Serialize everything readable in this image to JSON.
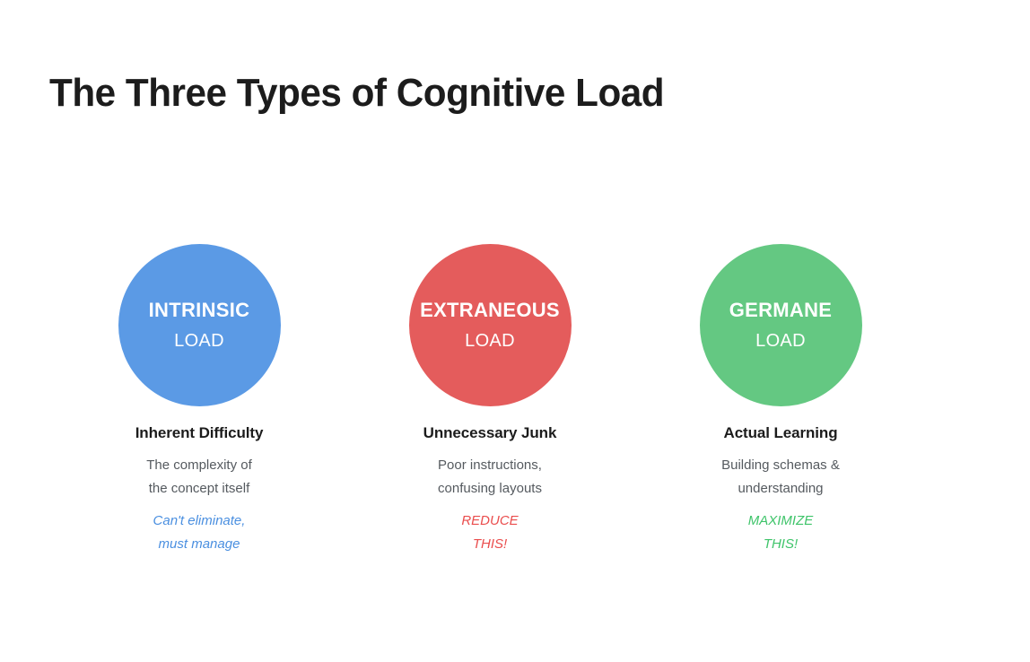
{
  "page": {
    "title": "The Three Types of Cognitive Load",
    "background_color": "#ffffff"
  },
  "columns": [
    {
      "circle_title": "INTRINSIC",
      "circle_sub": "LOAD",
      "circle_color": "#5b9ae5",
      "heading": "Inherent Difficulty",
      "description_line1": "The complexity of",
      "description_line2": "the concept itself",
      "action_line1": "Can't eliminate,",
      "action_line2": "must manage",
      "action_color": "#4a8fe0"
    },
    {
      "circle_title": "EXTRANEOUS",
      "circle_sub": "LOAD",
      "circle_color": "#e45c5c",
      "heading": "Unnecessary Junk",
      "description_line1": "Poor instructions,",
      "description_line2": "confusing layouts",
      "action_line1": "REDUCE",
      "action_line2": "THIS!",
      "action_color": "#ea4d4d"
    },
    {
      "circle_title": "GERMANE",
      "circle_sub": "LOAD",
      "circle_color": "#64c882",
      "heading": "Actual Learning",
      "description_line1": "Building schemas &",
      "description_line2": "understanding",
      "action_line1": "MAXIMIZE",
      "action_line2": "THIS!",
      "action_color": "#3fc46a"
    }
  ]
}
